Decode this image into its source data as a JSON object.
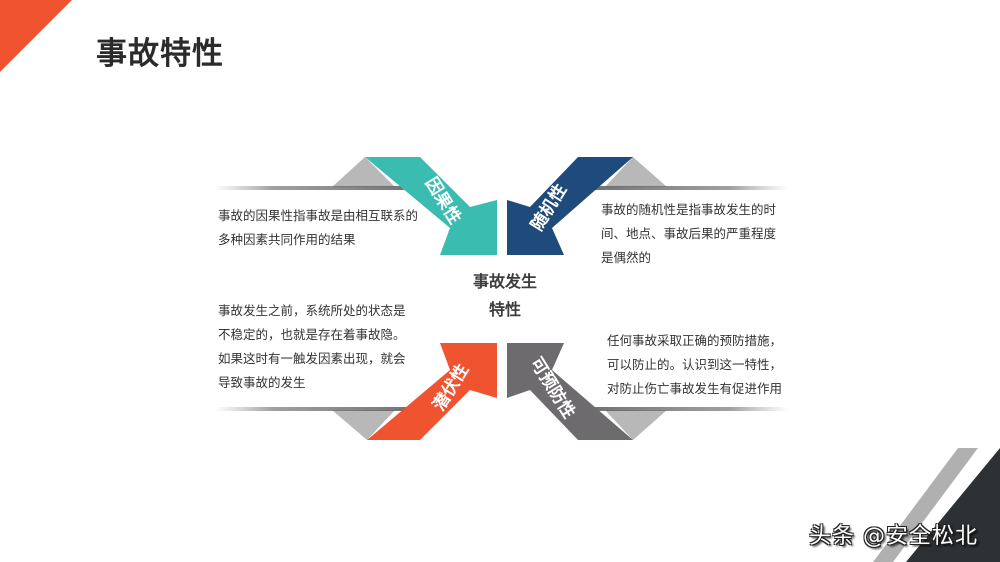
{
  "slide": {
    "title": "事故特性",
    "center_label": "事故发生\n特性",
    "colors": {
      "accent_red": "#f0532f",
      "teal": "#3bbcb0",
      "navy": "#1f4a7c",
      "gray_arrow": "#6e6b6e",
      "light_gray_triangle": "#b8b8b8",
      "corner_dark": "#2d3133",
      "text": "#333333"
    }
  },
  "quadrants": [
    {
      "id": "causality",
      "label": "因果性",
      "color": "#3bbcb0",
      "description": "事故的因果性指事故是由相互联系的\n多种因素共同作用的结果"
    },
    {
      "id": "randomness",
      "label": "随机性",
      "color": "#1f4a7c",
      "description": "事故的随机性是指事故发生的时\n间、地点、事故后果的严重程度\n是偶然的"
    },
    {
      "id": "latency",
      "label": "潜伏性",
      "color": "#f0532f",
      "description": "事故发生之前，系统所处的状态是\n不稳定的，也就是存在着事故隐。\n如果这时有一触发因素出现，就会\n导致事故的发生"
    },
    {
      "id": "preventability",
      "label": "可预防性",
      "color": "#6e6b6e",
      "description": "任何事故采取正确的预防措施，\n可以防止的。认识到这一特性，\n对防止伤亡事故发生有促进作用"
    }
  ],
  "watermark": {
    "text": "头条 @安全松北"
  }
}
